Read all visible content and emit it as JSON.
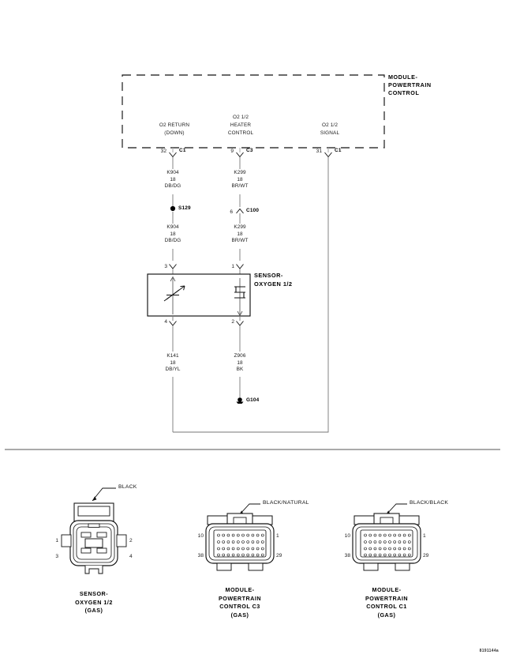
{
  "figure": {
    "id": "8191144a",
    "module_title": [
      "MODULE-",
      "POWERTRAIN",
      "CONTROL"
    ]
  },
  "schematic": {
    "pcm_pins": [
      {
        "name": "o2-return-down",
        "function": [
          "O2 RETURN",
          "(DOWN)"
        ],
        "pin": "32",
        "connector": "C1"
      },
      {
        "name": "o2-heater-control",
        "function": [
          "O2 1/2",
          "HEATER",
          "CONTROL"
        ],
        "pin": "9",
        "connector": "C3"
      },
      {
        "name": "o2-signal",
        "function": [
          "O2 1/2",
          "SIGNAL"
        ],
        "pin": "31",
        "connector": "C1"
      }
    ],
    "wires": [
      {
        "name": "wire-k904-upper",
        "circuit": "K904",
        "gauge": "18",
        "color": "DB/DG"
      },
      {
        "name": "wire-k299-upper",
        "circuit": "K299",
        "gauge": "18",
        "color": "BR/WT"
      },
      {
        "name": "wire-k904-lower",
        "circuit": "K904",
        "gauge": "18",
        "color": "DB/DG"
      },
      {
        "name": "wire-k299-lower",
        "circuit": "K299",
        "gauge": "18",
        "color": "BR/WT"
      },
      {
        "name": "wire-k141",
        "circuit": "K141",
        "gauge": "18",
        "color": "DB/YL"
      },
      {
        "name": "wire-z906",
        "circuit": "Z906",
        "gauge": "18",
        "color": "BK"
      }
    ],
    "splice": {
      "name": "splice-s129",
      "label": "S129"
    },
    "inline_connector": {
      "name": "connector-c100",
      "label": "C100",
      "pin": "6"
    },
    "ground": {
      "name": "ground-g104",
      "label": "G104"
    },
    "sensor": {
      "name": "sensor-oxygen-1-2",
      "title": [
        "SENSOR-",
        "OXYGEN 1/2"
      ],
      "pins_top": [
        "3",
        "1"
      ],
      "pins_bottom": [
        "4",
        "2"
      ]
    }
  },
  "connector_views": [
    {
      "name": "connector-view-oxygen-sensor",
      "callout": "BLACK",
      "caption": [
        "SENSOR-",
        "OXYGEN 1/2",
        "(GAS)"
      ],
      "pins": {
        "top_left": "1",
        "top_right": "2",
        "bottom_left": "3",
        "bottom_right": "4"
      }
    },
    {
      "name": "connector-view-pcm-c3",
      "callout": "BLACK/NATURAL",
      "caption": [
        "MODULE-",
        "POWERTRAIN",
        "CONTROL C3",
        "(GAS)"
      ],
      "pins": {
        "top_left": "10",
        "top_right": "1",
        "bottom_left": "38",
        "bottom_right": "29"
      }
    },
    {
      "name": "connector-view-pcm-c1",
      "callout": "BLACK/BLACK",
      "caption": [
        "MODULE-",
        "POWERTRAIN",
        "CONTROL C1",
        "(GAS)"
      ],
      "pins": {
        "top_left": "10",
        "top_right": "1",
        "bottom_left": "38",
        "bottom_right": "29"
      }
    }
  ]
}
